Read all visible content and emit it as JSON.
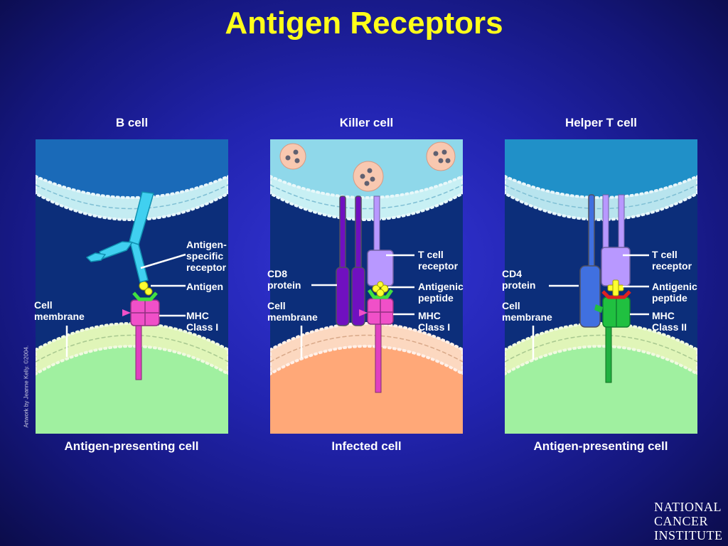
{
  "title": "Antigen Receptors",
  "panels": [
    {
      "header": "B cell",
      "footer": "Antigen-presenting cell",
      "labels": {
        "receptor": "Antigen-\nspecific\nreceptor",
        "antigen": "Antigen",
        "membrane": "Cell\nmembrane",
        "mhc": "MHC\nClass I"
      }
    },
    {
      "header": "Killer cell",
      "footer": "Infected cell",
      "labels": {
        "coreceptor": "CD8\nprotein",
        "membrane": "Cell\nmembrane",
        "tcr": "T cell\nreceptor",
        "peptide": "Antigenic\npeptide",
        "mhc": "MHC\nClass I"
      }
    },
    {
      "header": "Helper T cell",
      "footer": "Antigen-presenting cell",
      "labels": {
        "coreceptor": "CD4\nprotein",
        "membrane": "Cell\nmembrane",
        "tcr": "T cell\nreceptor",
        "peptide": "Antigenic\npeptide",
        "mhc": "MHC\nClass II"
      }
    }
  ],
  "credit": "Artwork by Jeanne Kelly. ©2004.",
  "logo": [
    "NATIONAL",
    "CANCER",
    "INSTITUTE"
  ],
  "colors": {
    "title": "#ffff1a",
    "b_top": "#1a6ab8",
    "killer_top": "#8fd8ea",
    "helper_top": "#2090c8",
    "apc_bottom": "#a0f0a0",
    "infected_bottom": "#ffa878",
    "mhc1": "#f050c8",
    "mhc2": "#20c040",
    "tcr": "#b898ff",
    "cd8": "#7010c0",
    "cd4": "#4070e0",
    "antigen": "#ffff30"
  }
}
